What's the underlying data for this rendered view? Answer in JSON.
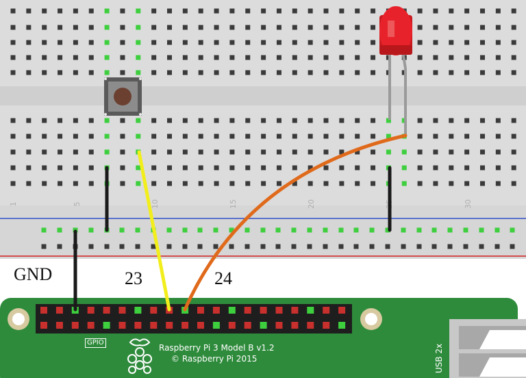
{
  "labels": {
    "gnd": "GND",
    "pin23": "23",
    "pin24": "24"
  },
  "breadboard": {
    "column_numbers": [
      "1",
      "5",
      "10",
      "15",
      "20",
      "25",
      "30"
    ]
  },
  "pi_board": {
    "gpio_label": "GPIO",
    "model": "Raspberry Pi 3 Model B v1.2",
    "copyright": "© Raspberry Pi 2015",
    "usb_label": "USB 2x"
  },
  "colors": {
    "wire_gnd": "#1a1a1a",
    "wire_pin23": "#f2ee1c",
    "wire_pin24": "#e06a1b",
    "led": "#e8222a",
    "pcb": "#2f8b3c",
    "header_pin": "#c8302d",
    "active_hole": "#3ecf3e"
  }
}
